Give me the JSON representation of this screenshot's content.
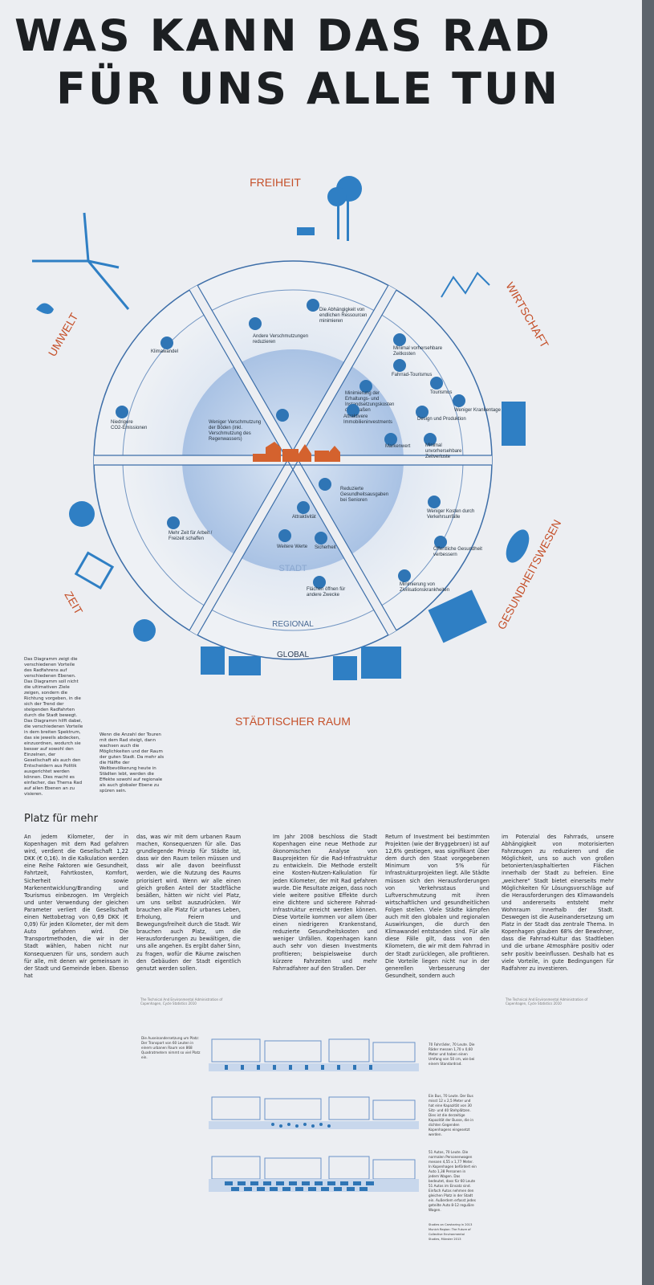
{
  "title": {
    "line1": "WAS KANN DAS RAD",
    "line2": "FÜR UNS ALLE TUN"
  },
  "sectors": [
    "FREIHEIT",
    "WIRTSCHAFT",
    "GESUNDHEITSWESEN",
    "STÄDTISCHER RAUM",
    "ZEIT",
    "UMWELT"
  ],
  "rings": [
    "STADT",
    "REGIONAL",
    "GLOBAL"
  ],
  "benefits": [
    "Die Abhängigkeit von endlichen Ressourcen minimieren",
    "Andere Verschmutzungen reduzieren",
    "Klimawandel",
    "Minimal vorhersehbare Zeitkosten",
    "Fahrrad-Tourismus",
    "Tourismus",
    "Minimierung der Erhaltungs- und Instandsetzungskosten der Straßen",
    "Weniger Krankentage",
    "Design und Produktion",
    "Attraktivere Immobilieninvestments",
    "Markenwert",
    "Minimal unvorhersehbare Zeitverluste",
    "Niedrigere CO2-Emissionen",
    "Weniger Verschmutzung der Böden (inkl. Verschmutzung des Regenwassers)",
    "Reduzierte Gesundheitsausgaben bei Senioren",
    "Weniger Kosten durch Verkehrsunfälle",
    "Attraktivität",
    "Mehr Zeit für Arbeit / Freizeit schaffen",
    "Weitere Werte",
    "Sicherheit",
    "Öffentliche Gesundheit verbessern",
    "Minimierung von Zivilisationskrankheiten",
    "Flächen öffnen für andere Zwecke"
  ],
  "notes": {
    "left": "Das Diagramm zeigt die verschiedenen Vorteile des Radfahrens auf verschiedenen Ebenen. Das Diagramm soll nicht die ultimativen Ziele zeigen, sondern die Richtung vorgeben, in die sich der Trend der steigenden Radfahrten durch die Stadt bewegt. Das Diagramm hilft dabei, die verschiedenen Vorteile in dem breiten Spektrum, das sie jeweils abdecken, einzuordnen, wodurch sie besser auf sowohl den Einzelnen, der Gesellschaft als auch den Entscheidern aus Politik ausgerichtet werden können. Dies macht es einfacher, das Thema Rad auf allen Ebenen an zu visieren.",
    "right": "Wenn die Anzahl der Touren mit dem Rad steigt, dann wachsen auch die Möglichkeiten und der Raum der guten Stadt. Da mehr als die Hälfte der Weltbevölkerung heute in Städten lebt, werden die Effekte sowohl auf regionale als auch globaler Ebene zu spüren sein."
  },
  "article": {
    "heading": "Platz für mehr",
    "col1": "An jedem Kilometer, der in Kopenhagen mit dem Rad gefahren wird, verdient die Gesellschaft 1,22 DKK (€ 0,16). In die Kalkulation werden eine Reihe Faktoren wie Gesundheit, Fahrtzeit, Fahrtkosten, Komfort, Sicherheit sowie Markenentwicklung/Branding und Tourismus einbezogen. Im Vergleich und unter Verwendung der gleichen Parameter verliert die Gesellschaft einen Nettobetrag von 0,69 DKK (€ 0,09) für jeden Kilometer, der mit dem Auto gefahren wird. Die Transportmethoden, die wir in der Stadt wählen, haben nicht nur Konsequenzen für uns, sondern auch für alle, mit denen wir gemeinsam in der Stadt und Gemeinde leben. Ebenso hat",
    "col2": "das, was wir mit dem urbanen Raum machen, Konsequenzen für alle. Das grundlegende Prinzip für Städte ist, dass wir den Raum teilen müssen und dass wir alle davon beeinflusst werden, wie die Nutzung des Raums priorisiert wird. Wenn wir alle einen gleich großen Anteil der Stadtfläche besäßen, hätten wir nicht viel Platz, um uns selbst auszudrücken. Wir brauchen alle Platz für urbanes Leben, Erholung, Feiern und Bewegungsfreiheit durch die Stadt. Wir brauchen auch Platz, um die Herausforderungen zu bewältigen, die uns alle angehen. Es ergibt daher Sinn, zu fragen, wofür die Räume zwischen den Gebäuden der Stadt eigentlich genutzt werden sollen.",
    "col3": "Im Jahr 2008 beschloss die Stadt Kopenhagen eine neue Methode zur ökonomischen Analyse von Bauprojekten für die Rad-Infrastruktur zu entwickeln. Die Methode erstellt eine Kosten-Nutzen-Kalkulation für jeden Kilometer, der mit Rad gefahren wurde. Die Resultate zeigen, dass noch viele weitere positive Effekte durch eine dichtere und sicherere Fahrrad-Infrastruktur erreicht werden können. Diese Vorteile kommen vor allem über einen niedrigeren Krankenstand, reduzierte Gesundheitskosten und weniger Unfällen. Kopenhagen kann auch sehr von diesen Investments profitieren; beispielsweise durch kürzere Fahrzeiten und mehr Fahrradfahrer auf den Straßen. Der",
    "col4": "Return of Investment bei bestimmten Projekten (wie der Bryggebroen) ist auf 12,6% gestiegen, was signifikant über dem durch den Staat vorgegebenen Minimum von 5% für Infrastrukturprojekten liegt. Alle Städte müssen sich den Herausforderungen von Verkehrsstaus und Luftverschmutzung mit ihren wirtschaftlichen und gesundheitlichen Folgen stellen. Viele Städte kämpfen auch mit den globalen und regionalen Auswirkungen, die durch den Klimawandel entstanden sind. Für alle diese Fälle gilt, dass von den Kilometern, die wir mit dem Fahrrad in der Stadt zurücklegen, alle profitieren. Die Vorteile liegen nicht nur in der generellen Verbesserung der Gesundheit, sondern auch",
    "col5": "im Potenzial des Fahrrads, unsere Abhängigkeit von motorisierten Fahrzeugen zu reduzieren und die Möglichkeit, uns so auch von großen betonierten/asphaltierten Flächen innerhalb der Stadt zu befreien. Eine „weichere“ Stadt bietet einerseits mehr Möglichkeiten für Lösungsvorschläge auf die Herausforderungen des Klimawandels und andererseits entsteht mehr Wohnraum innerhalb der Stadt. Deswegen ist die Auseinandersetzung um Platz in der Stadt das zentrale Thema. In Kopenhagen glauben 68% der Bewohner, dass die Fahrrad-Kultur das Stadtleben und die urbane Atmosphäre positiv oder sehr positiv beeinflussen. Deshalb hat es viele Vorteile, in gute Bedingungen für Radfahrer zu investieren.",
    "foot1": "The Technical And Environmental Administration of Copenhagen, Cycle Statistics 2010",
    "foot2": "The Technical And Environmental Administration of Copenhagen, Cycle Statistics 2010"
  },
  "figure": {
    "intro": "Die Auseinandersetzung um Platz: Der Transport von 60 Leuten in einem urbanen Raum von 868 Quadratmetern nimmt so viel Platz ein.",
    "cap_bikes": "70 Fahrräder, 70 Leute. Die Räder messen 1,70 x 0,60 Meter und haben einen Umfang von 50 cm, wie bei einem Standardrad.",
    "cap_bus": "Ein Bus, 70 Leute. Der Bus misst 12 x 2,5 Meter und hat eine Kapazität von 30 Sitz- und 40 Stehplätzen. Dies ist die derzeitige Kapazität der Busse, die in dichten Gegenden Kopenhagens eingesetzt werden.",
    "cap_cars": "51 Autos, 70 Leute. Die normalen Personenwagen messen 4,55 x 1,77 Meter. In Kopenhagen befördert ein Auto 1,38 Personen in jedem Wagen. Das bedeutet, dass für 60 Leute 51 Autos im Einsatz sind. Einfach Autos nehmen den gleichen Platz in der Stadt ein. Außerdem erfasst jedes geteilte Auto 8-12 reguläre Wagen.",
    "cap_source": "Studies on Carsharing in 2013 Munich Region: The Future of Collective Environmental Studies, Münster 2013"
  }
}
